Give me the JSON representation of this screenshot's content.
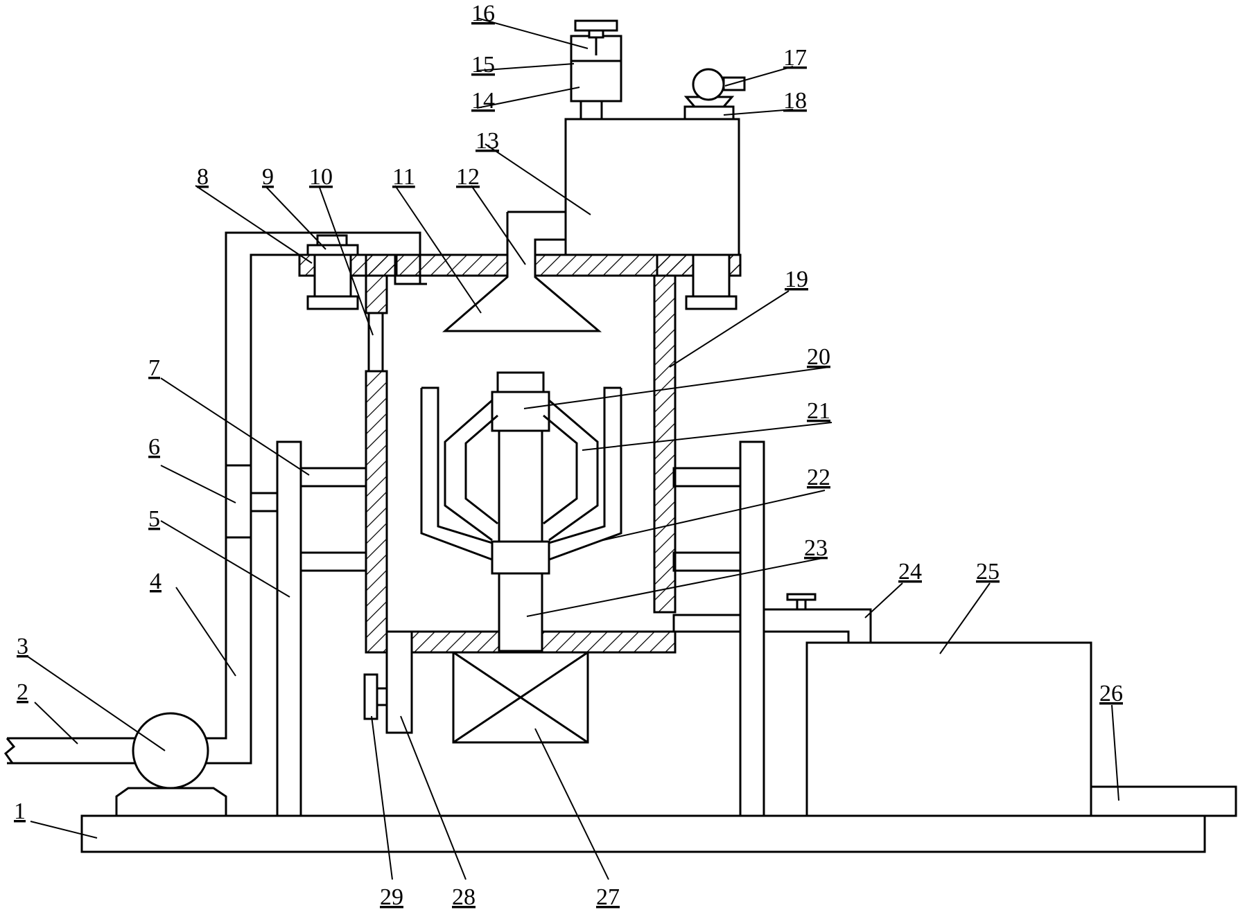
{
  "labels": [
    "1",
    "2",
    "3",
    "4",
    "5",
    "6",
    "7",
    "8",
    "9",
    "10",
    "11",
    "12",
    "13",
    "14",
    "15",
    "16",
    "17",
    "18",
    "19",
    "20",
    "21",
    "22",
    "23",
    "24",
    "25",
    "26",
    "27",
    "28",
    "29"
  ]
}
